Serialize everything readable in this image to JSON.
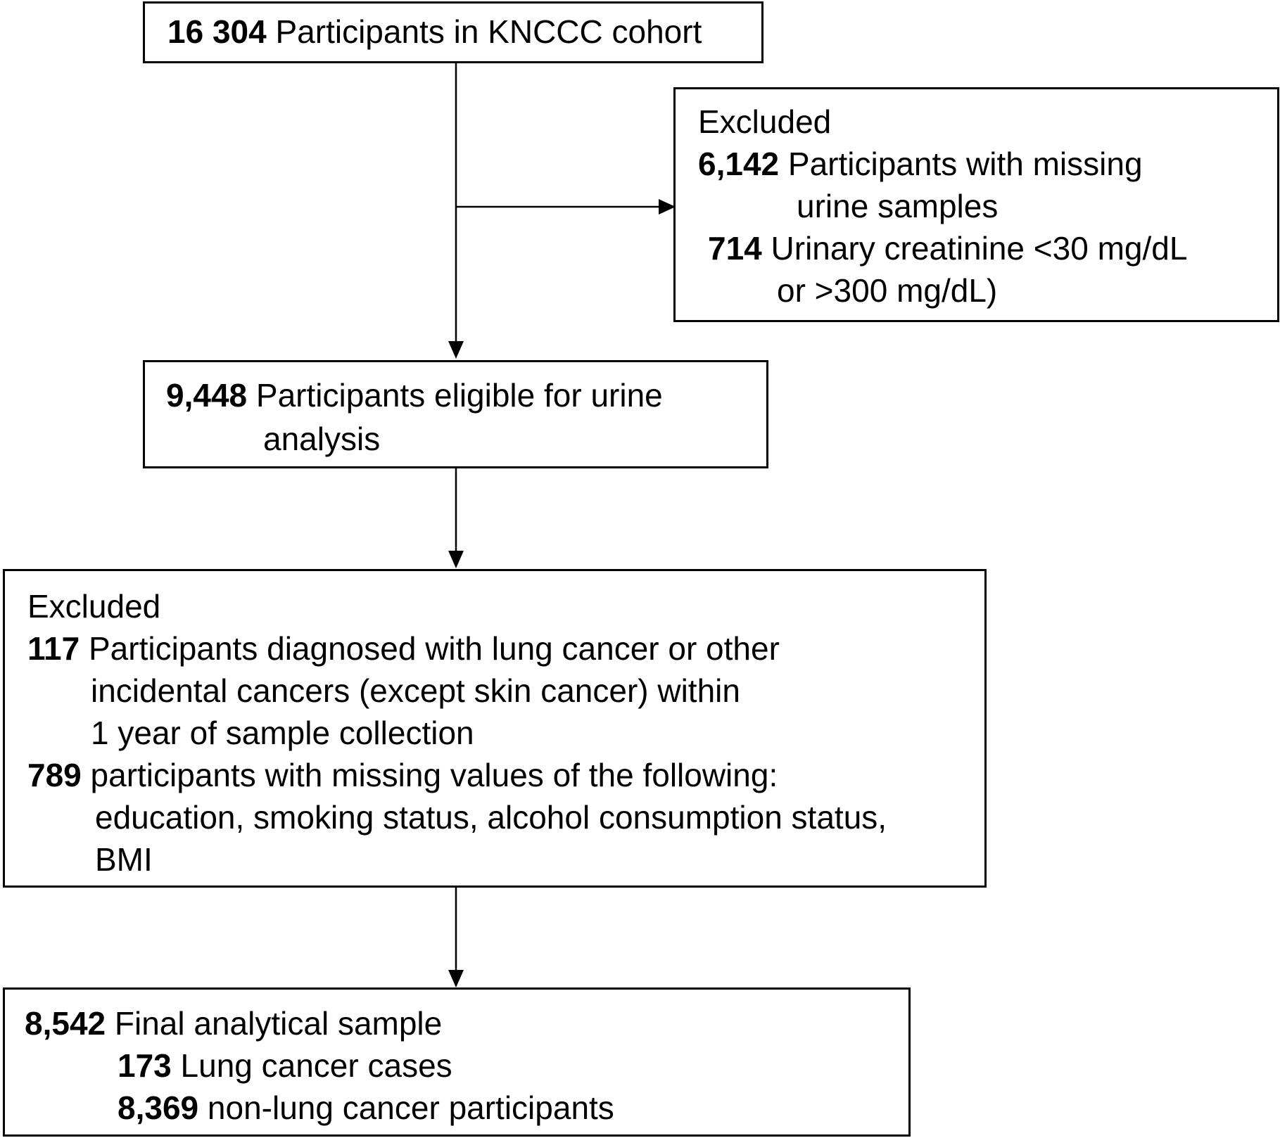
{
  "box1": {
    "count": "16 304",
    "text": "Participants in KNCCC cohort"
  },
  "box2": {
    "heading": "Excluded",
    "items": [
      {
        "count": "6,142",
        "lines": [
          "Participants with missing",
          "urine samples"
        ]
      },
      {
        "count": "714",
        "lines": [
          "Urinary creatinine <30 mg/dL",
          "or >300 mg/dL)"
        ]
      }
    ]
  },
  "box3": {
    "count": "9,448",
    "lines": [
      "Participants eligible for urine",
      "analysis"
    ]
  },
  "box4": {
    "heading": "Excluded",
    "items": [
      {
        "count": "117",
        "lines": [
          "Participants diagnosed with lung cancer or other",
          "incidental cancers (except skin cancer) within",
          "1 year of sample collection"
        ]
      },
      {
        "count": "789",
        "lines": [
          "participants with missing values of the following:",
          "education, smoking status, alcohol consumption status,",
          "BMI"
        ]
      }
    ]
  },
  "box5": {
    "count": "8,542",
    "text": "Final analytical sample",
    "subitems": [
      {
        "count": "173",
        "text": "Lung cancer cases"
      },
      {
        "count": "8,369",
        "text": "non-lung cancer participants"
      }
    ]
  }
}
